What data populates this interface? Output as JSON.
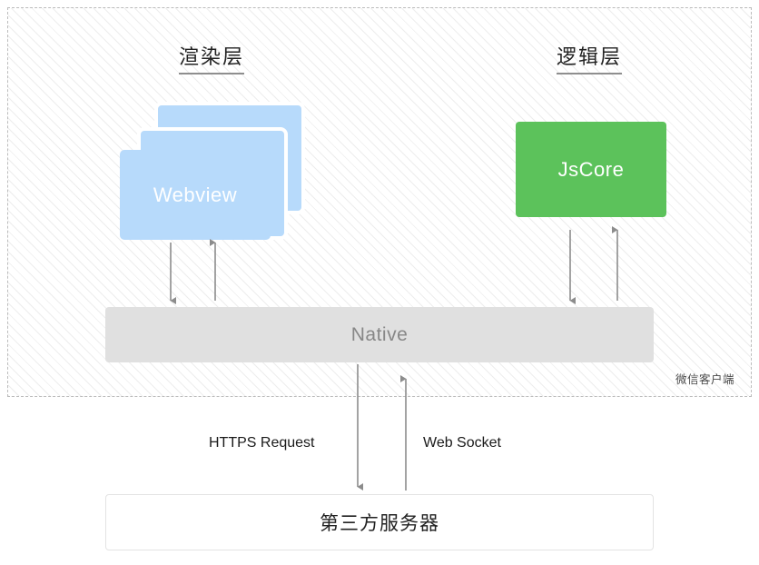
{
  "diagram": {
    "title_render_layer": "渲染层",
    "title_logic_layer": "逻辑层",
    "client_boundary_label": "微信客户端",
    "webview": {
      "label": "Webview",
      "card_count": 3,
      "color": "#b7dafb"
    },
    "jscore": {
      "label": "JsCore",
      "color": "#5cc25b"
    },
    "native": {
      "label": "Native",
      "color": "#e0e0e0"
    },
    "server": {
      "label": "第三方服务器",
      "color": "#ffffff"
    },
    "connections": {
      "https_label": "HTTPS Request",
      "websocket_label": "Web Socket"
    },
    "arrow_color": "#8c8c8c"
  }
}
